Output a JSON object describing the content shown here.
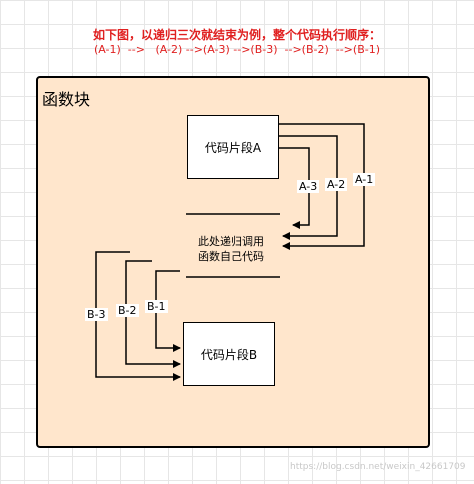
{
  "header": {
    "title": "如下图，以递归三次就结束为例，整个代码执行顺序：",
    "sequence": "(A-1)  -->   (A-2) -->(A-3) -->(B-3)  -->(B-2)  -->(B-1)"
  },
  "diagram": {
    "block_label": "函数块",
    "code_segment_a": "代码片段A",
    "code_segment_b": "代码片段B",
    "recursive_call_line1": "此处递归调用",
    "recursive_call_line2": "函数自己代码",
    "edge_labels": {
      "a1": "A-1",
      "a2": "A-2",
      "a3": "A-3",
      "b1": "B-1",
      "b2": "B-2",
      "b3": "B-3"
    }
  },
  "watermark": "https://blog.csdn.net/weixin_42661709",
  "colors": {
    "header_text": "#e02020",
    "block_fill": "#ffe6cc",
    "grid": "#e6e6e6"
  }
}
